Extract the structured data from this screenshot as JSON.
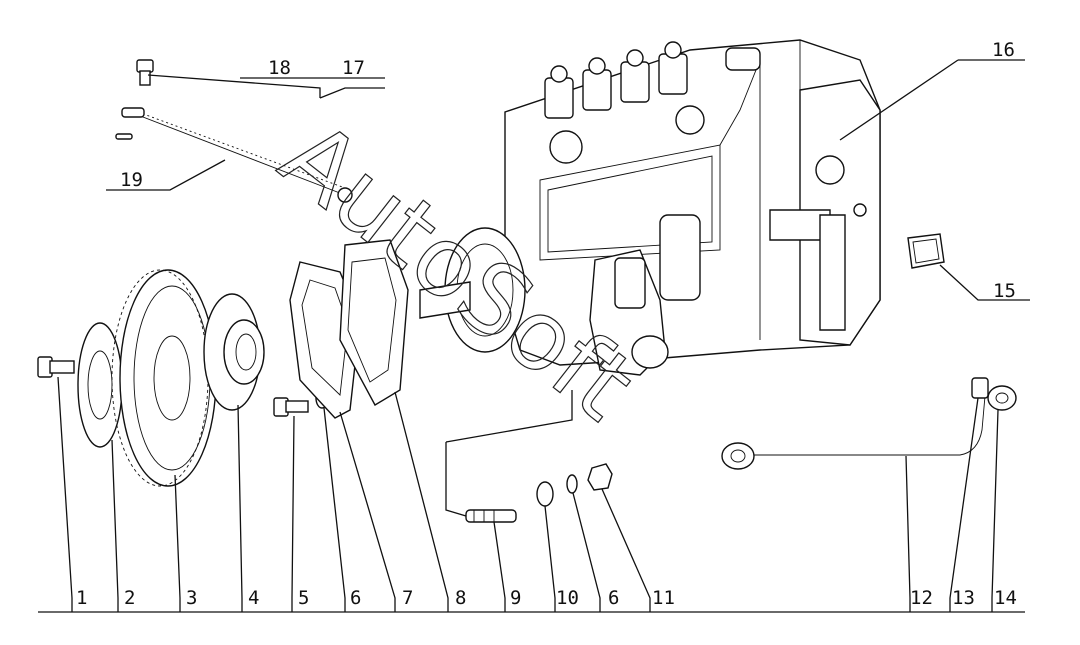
{
  "watermark": "AutoSoft",
  "labels": {
    "l1": "1",
    "l2": "2",
    "l3": "3",
    "l4": "4",
    "l5": "5",
    "l6a": "6",
    "l7": "7",
    "l8": "8",
    "l9": "9",
    "l10": "10",
    "l6b": "6",
    "l11": "11",
    "l12": "12",
    "l13": "13",
    "l14": "14",
    "l15": "15",
    "l16": "16",
    "l17": "17",
    "l18": "18",
    "l19": "19"
  }
}
